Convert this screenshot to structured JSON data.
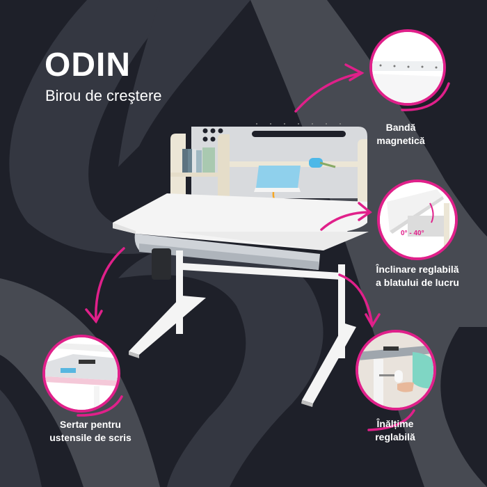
{
  "header": {
    "title": "ODIN",
    "subtitle": "Birou de creştere"
  },
  "colors": {
    "background": "#1e2029",
    "wave_mid": "#343741",
    "wave_light": "#474a52",
    "accent": "#e0208a",
    "text": "#ffffff",
    "hutch_wood": "#ece6d6",
    "desk_white": "#f4f4f4"
  },
  "callouts": [
    {
      "id": "magnetic-strip",
      "label_line1": "Bandă",
      "label_line2": "magnetică"
    },
    {
      "id": "tilt",
      "label_line1": "Înclinare reglabilă",
      "label_line2": "a blatului de lucru",
      "badge": "0° - 40°"
    },
    {
      "id": "height",
      "label_line1": "Înălțime",
      "label_line2": "reglabilă"
    },
    {
      "id": "drawer",
      "label_line1": "Sertar pentru",
      "label_line2": "ustensile de scris"
    }
  ]
}
